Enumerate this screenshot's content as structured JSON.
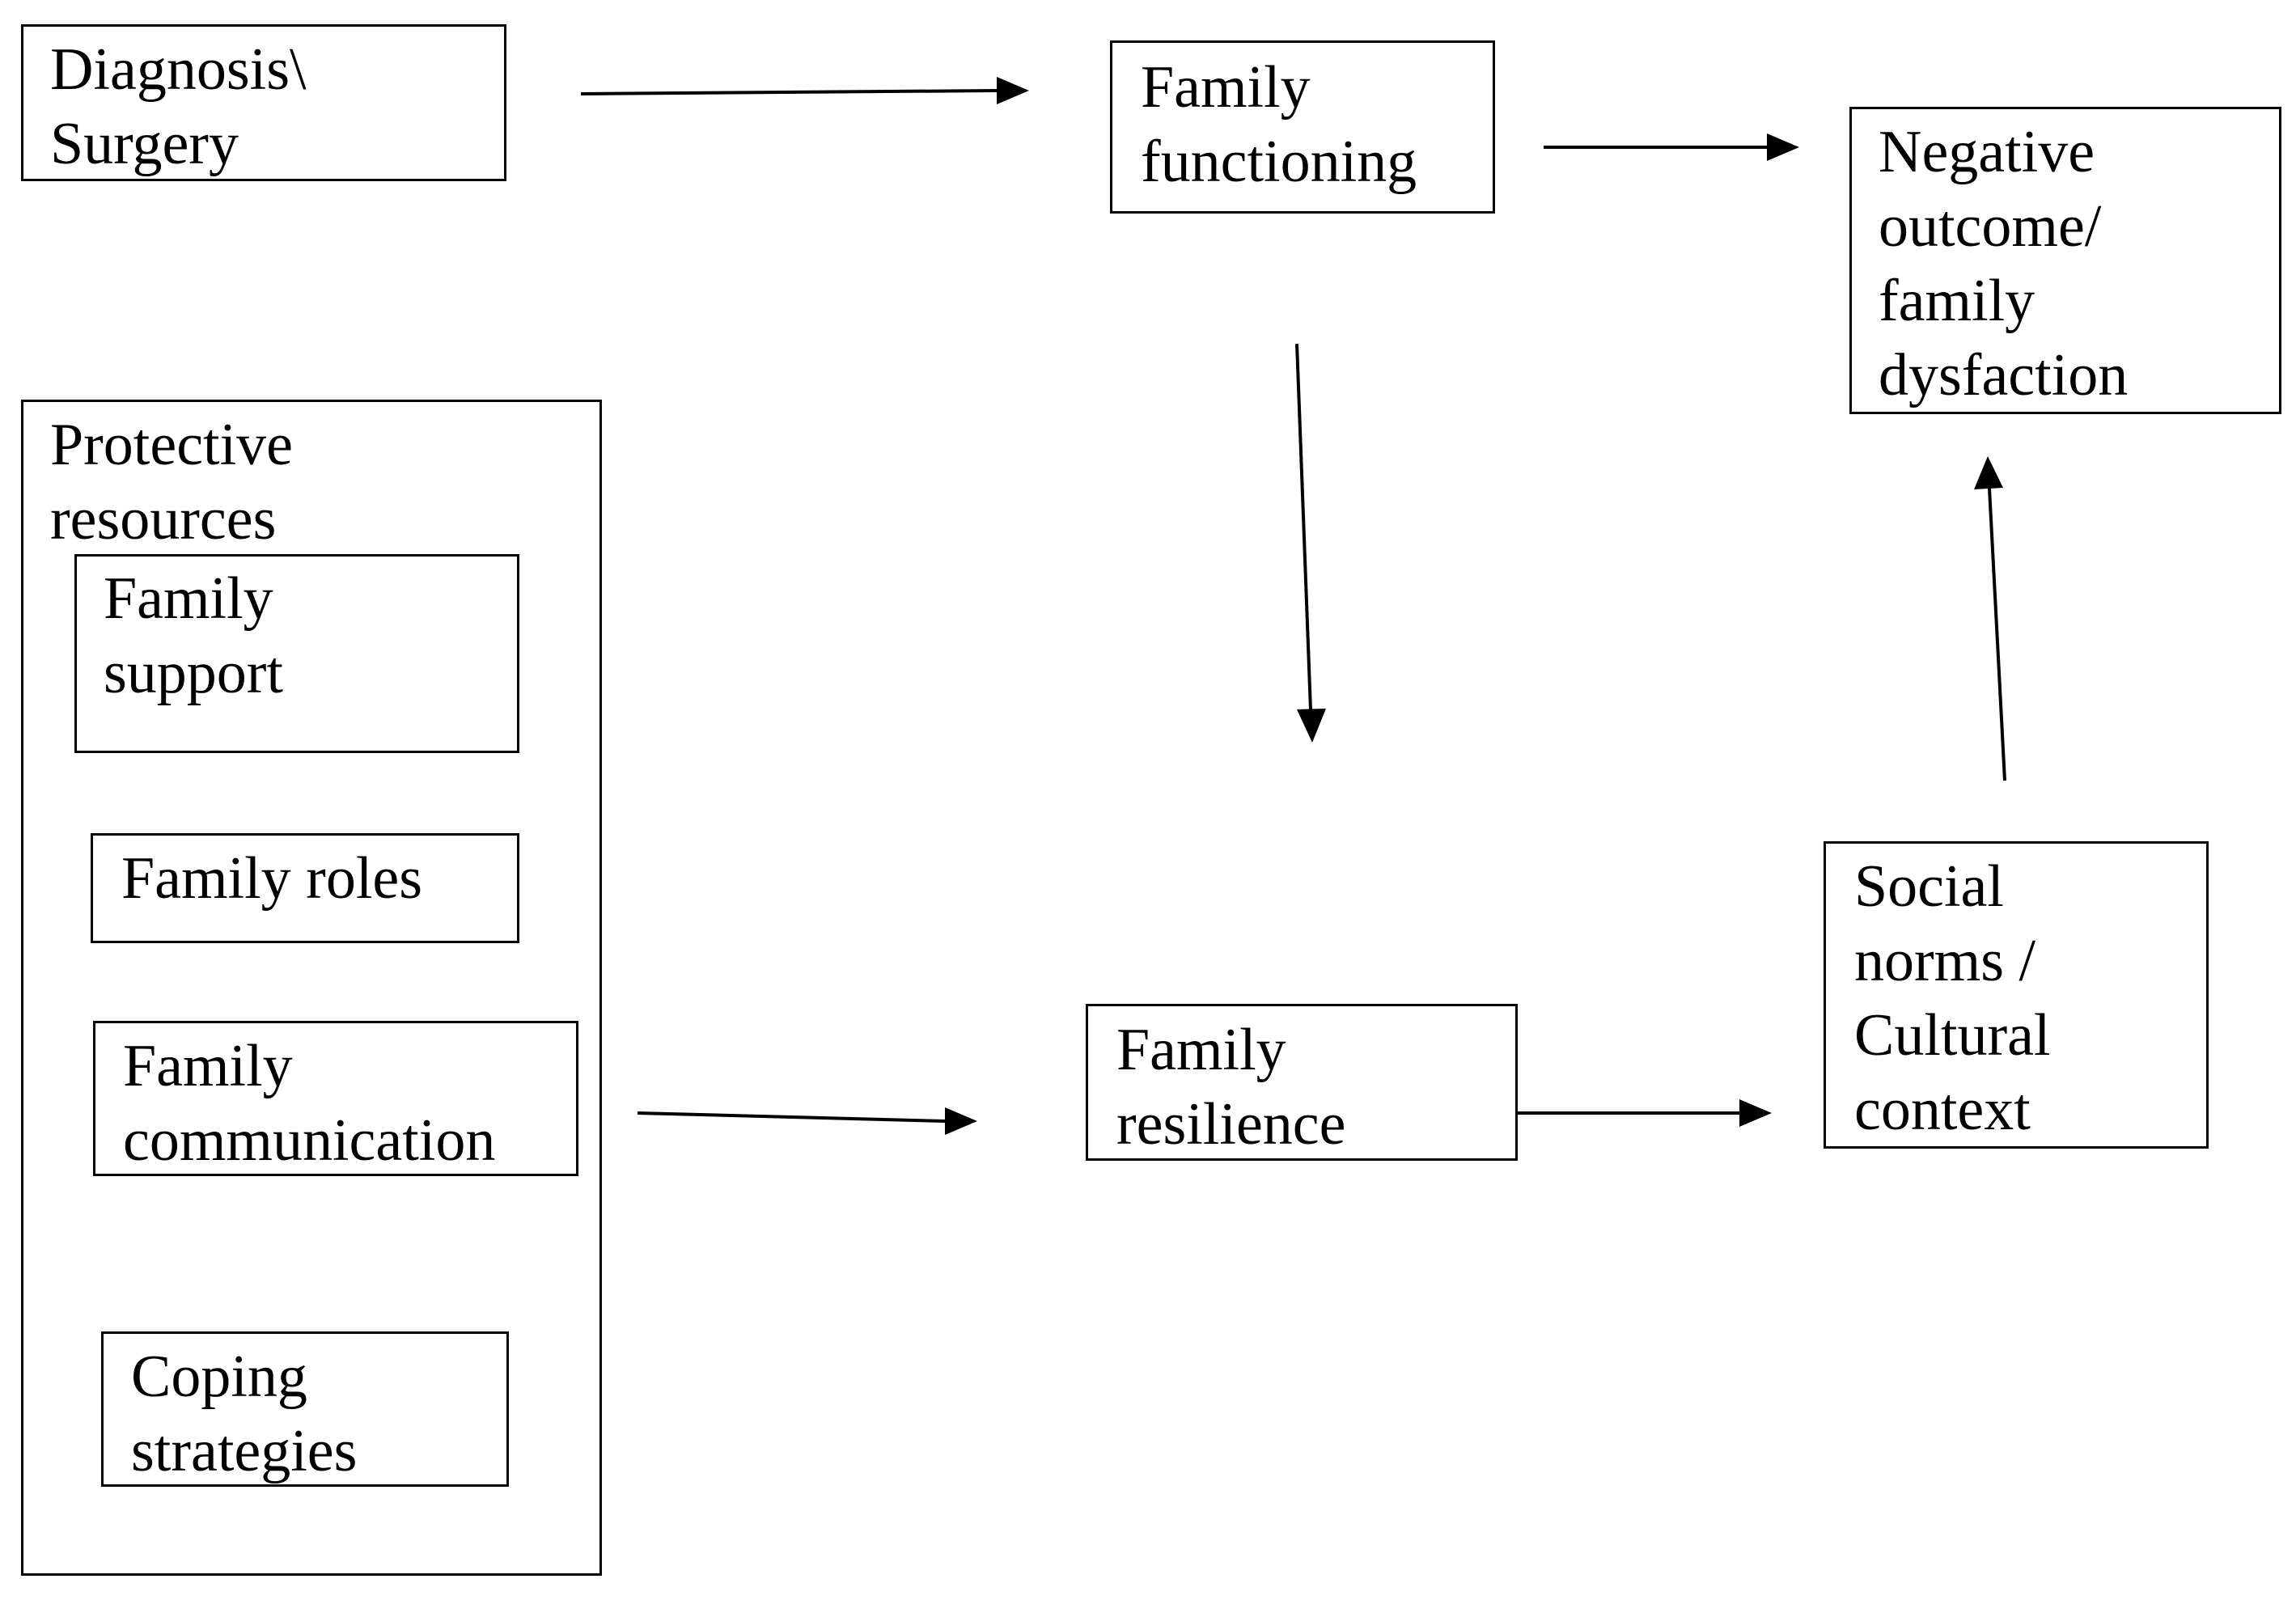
{
  "diagram": {
    "nodes": {
      "diagnosis_surgery": {
        "label": "Diagnosis\\\nSurgery"
      },
      "family_functioning": {
        "label": "Family\nfunctioning"
      },
      "negative_outcome": {
        "label": "Negative\noutcome/\nfamily\ndysfaction"
      },
      "protective_resources": {
        "label": "Protective\nresources"
      },
      "family_support": {
        "label": "Family\nsupport"
      },
      "family_roles": {
        "label": "Family roles"
      },
      "family_communication": {
        "label": "Family\ncommunication"
      },
      "coping_strategies": {
        "label": "Coping\nstrategies"
      },
      "family_resilience": {
        "label": "Family\nresilience"
      },
      "social_norms": {
        "label": "Social\nnorms /\nCultural\ncontext"
      }
    },
    "edges": [
      {
        "from": "Diagnosis\\ Surgery",
        "to": "Family functioning"
      },
      {
        "from": "Family functioning",
        "to": "Negative outcome/ family dysfaction"
      },
      {
        "from": "Family functioning",
        "to": "Family resilience"
      },
      {
        "from": "Protective resources",
        "to": "Family resilience"
      },
      {
        "from": "Family resilience",
        "to": "Social norms / Cultural context"
      },
      {
        "from": "Social norms / Cultural context",
        "to": "Negative outcome/ family dysfaction"
      }
    ],
    "line_color": "#000000"
  }
}
